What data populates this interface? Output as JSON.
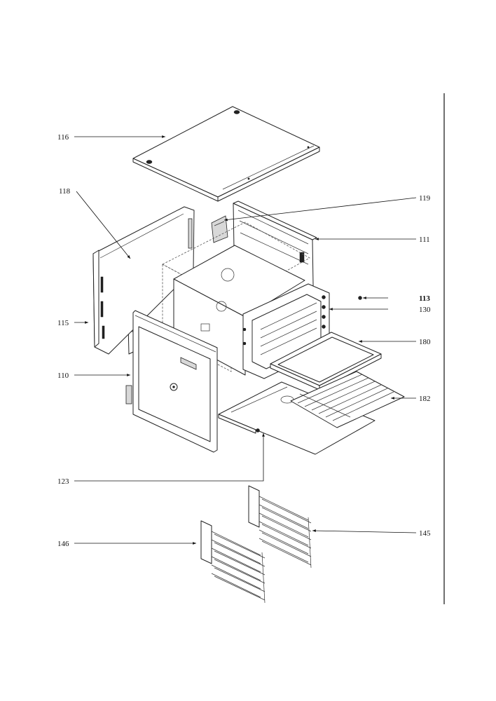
{
  "labels": {
    "l116": "116",
    "l118": "118",
    "l119": "119",
    "l111": "111",
    "l113": "113",
    "l130": "130",
    "l115": "115",
    "l180": "180",
    "l110": "110",
    "l182": "182",
    "l123": "123",
    "l145": "145",
    "l146": "146"
  }
}
